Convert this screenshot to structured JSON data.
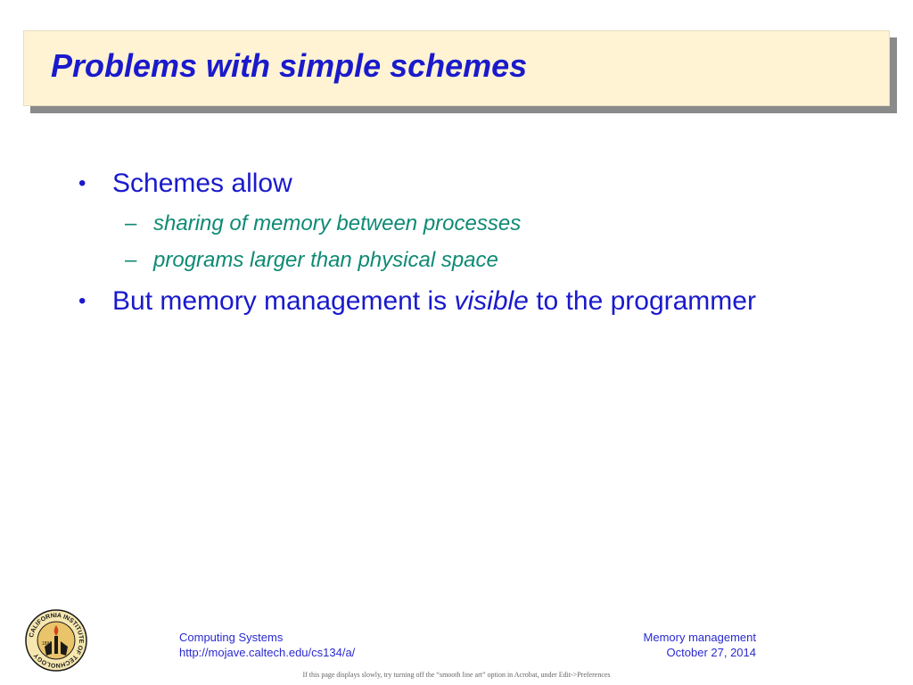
{
  "slide": {
    "title": "Problems with simple schemes",
    "bullets": [
      {
        "text": "Schemes allow",
        "subitems": [
          "sharing of memory between processes",
          "programs larger than physical space"
        ]
      },
      {
        "text_before": "But memory management is ",
        "text_em": "visible",
        "text_after": " to the programmer"
      }
    ],
    "bullet_glyph": "•",
    "dash_glyph": "–"
  },
  "footer": {
    "left_line1": "Computing Systems",
    "left_line2": "http://mojave.caltech.edu/cs134/a/",
    "right_line1": "Memory management",
    "right_line2": "October 27, 2014",
    "fine_print": "If this page displays slowly, try turning off the “smooth line art” option in Acrobat, under Edit->Preferences",
    "logo_text": "CALIFORNIA INSTITUTE OF TECHNOLOGY",
    "logo_year": "1891"
  },
  "colors": {
    "title_text": "#1a1acc",
    "title_bg": "#fff3d4",
    "shadow": "#8a8a8a",
    "sub_text": "#0e8a74",
    "footer_text": "#2a2ad0",
    "logo": "#b0821e"
  }
}
